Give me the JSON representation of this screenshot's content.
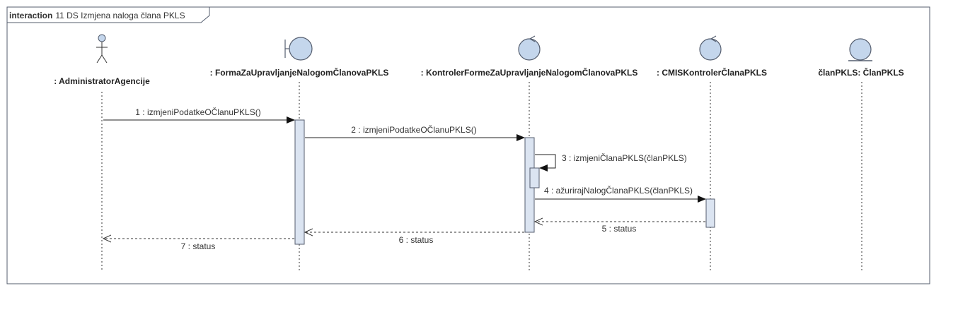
{
  "frame": {
    "keyword": "interaction",
    "title": "11 DS Izmjena naloga člana PKLS"
  },
  "colors": {
    "fill": "#c4d6ec",
    "activation_fill": "#dbe4f1",
    "stroke": "#545d6e",
    "line": "#222222"
  },
  "lifelines": [
    {
      "id": "admin",
      "kind": "actor",
      "label": ": AdministratorAgencije",
      "icon": "actor-icon"
    },
    {
      "id": "forma",
      "kind": "boundary",
      "label": ": FormaZaUpravljanjeNalogomČlanovaPKLS",
      "icon": "boundary-icon"
    },
    {
      "id": "kontroler",
      "kind": "control",
      "label": ": KontrolerFormeZaUpravljanjeNalogomČlanovaPKLS",
      "icon": "control-icon"
    },
    {
      "id": "cmis",
      "kind": "control",
      "label": ": CMISKontrolerČlanaPKLS",
      "icon": "control-icon"
    },
    {
      "id": "clan",
      "kind": "entity",
      "label": "članPKLS: ČlanPKLS",
      "icon": "entity-icon"
    }
  ],
  "messages": [
    {
      "id": "m1",
      "label": "1 : izmjeniPodatkeOČlanuPKLS()",
      "from": "admin",
      "to": "forma",
      "type": "sync"
    },
    {
      "id": "m2",
      "label": "2 : izmjeniPodatkeOČlanuPKLS()",
      "from": "forma",
      "to": "kontroler",
      "type": "sync"
    },
    {
      "id": "m3",
      "label": "3 : izmjeniČlanaPKLS(članPKLS)",
      "from": "kontroler",
      "to": "kontroler",
      "type": "self"
    },
    {
      "id": "m4",
      "label": "4 : ažurirajNalogČlanaPKLS(članPKLS)",
      "from": "kontroler",
      "to": "cmis",
      "type": "sync"
    },
    {
      "id": "m5",
      "label": "5 : status",
      "from": "cmis",
      "to": "kontroler",
      "type": "return"
    },
    {
      "id": "m6",
      "label": "6 : status",
      "from": "kontroler",
      "to": "forma",
      "type": "return"
    },
    {
      "id": "m7",
      "label": "7 : status",
      "from": "forma",
      "to": "admin",
      "type": "return"
    }
  ]
}
